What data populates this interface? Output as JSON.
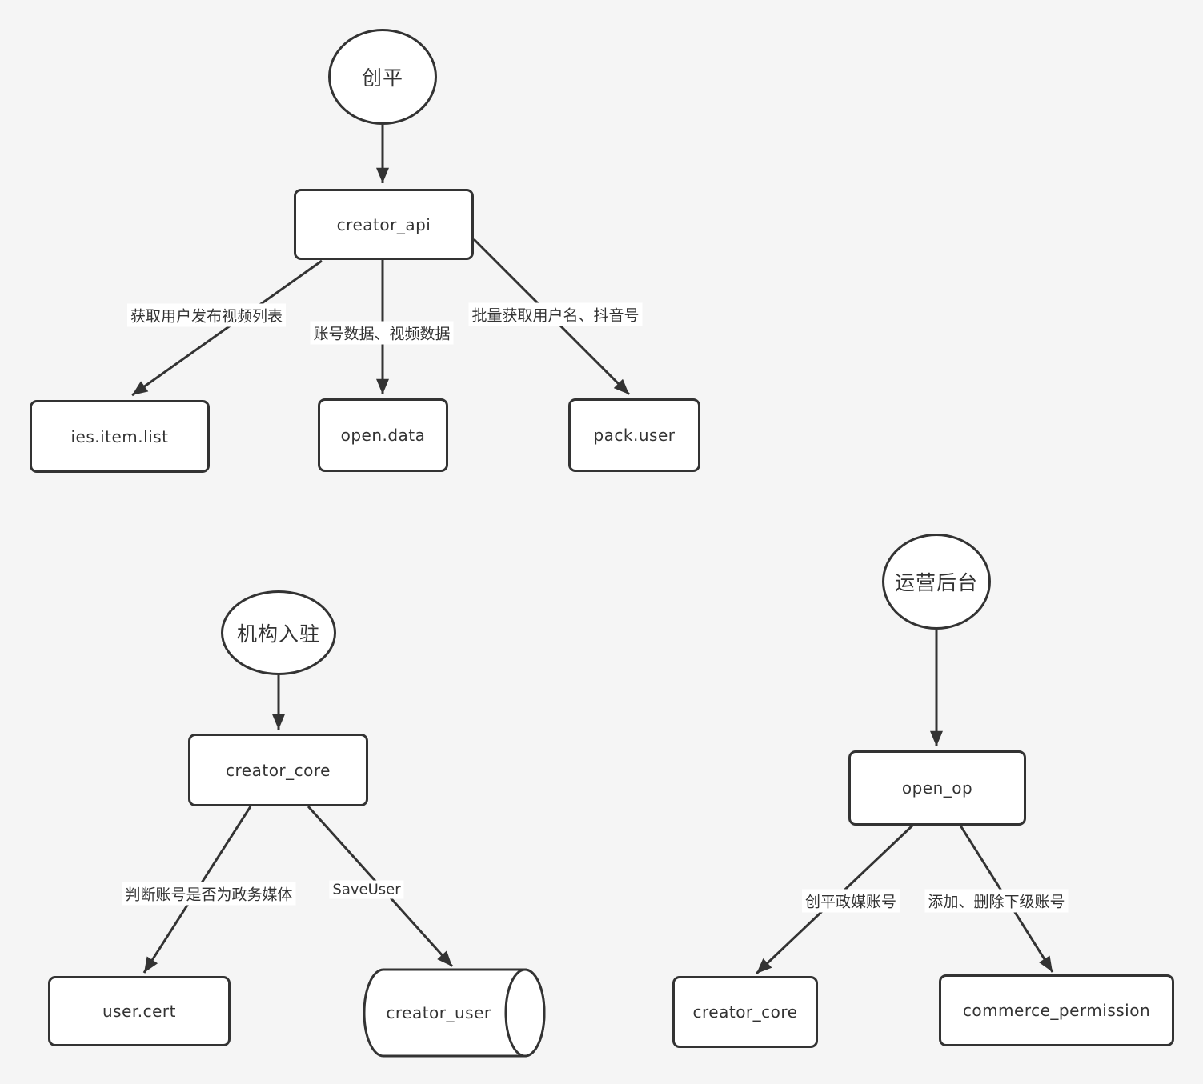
{
  "colors": {
    "background": "#f5f5f5",
    "stroke": "#333333",
    "node_fill": "#ffffff",
    "text": "#333333"
  },
  "nodes": {
    "chuangping": {
      "label": "创平",
      "shape": "ellipse"
    },
    "creator_api": {
      "label": "creator_api",
      "shape": "rect"
    },
    "ies_item_list": {
      "label": "ies.item.list",
      "shape": "rect"
    },
    "open_data": {
      "label": "open.data",
      "shape": "rect"
    },
    "pack_user": {
      "label": "pack.user",
      "shape": "rect"
    },
    "jigou_ruzhu": {
      "label": "机构入驻",
      "shape": "ellipse"
    },
    "creator_core_left": {
      "label": "creator_core",
      "shape": "rect"
    },
    "user_cert": {
      "label": "user.cert",
      "shape": "rect"
    },
    "creator_user": {
      "label": "creator_user",
      "shape": "cylinder"
    },
    "yunying_houtai": {
      "label": "运营后台",
      "shape": "ellipse"
    },
    "open_op": {
      "label": "open_op",
      "shape": "rect"
    },
    "creator_core_right": {
      "label": "creator_core",
      "shape": "rect"
    },
    "commerce_permission": {
      "label": "commerce_permission",
      "shape": "rect"
    }
  },
  "edge_labels": {
    "get_user_videos": "获取用户发布视频列表",
    "account_and_video_data": "账号数据、视频数据",
    "batch_get_usernames": "批量获取用户名、抖音号",
    "check_gov_media": "判断账号是否为政务媒体",
    "save_user": "SaveUser",
    "gov_media_account": "创平政媒账号",
    "add_remove_sub_accounts": "添加、删除下级账号"
  }
}
